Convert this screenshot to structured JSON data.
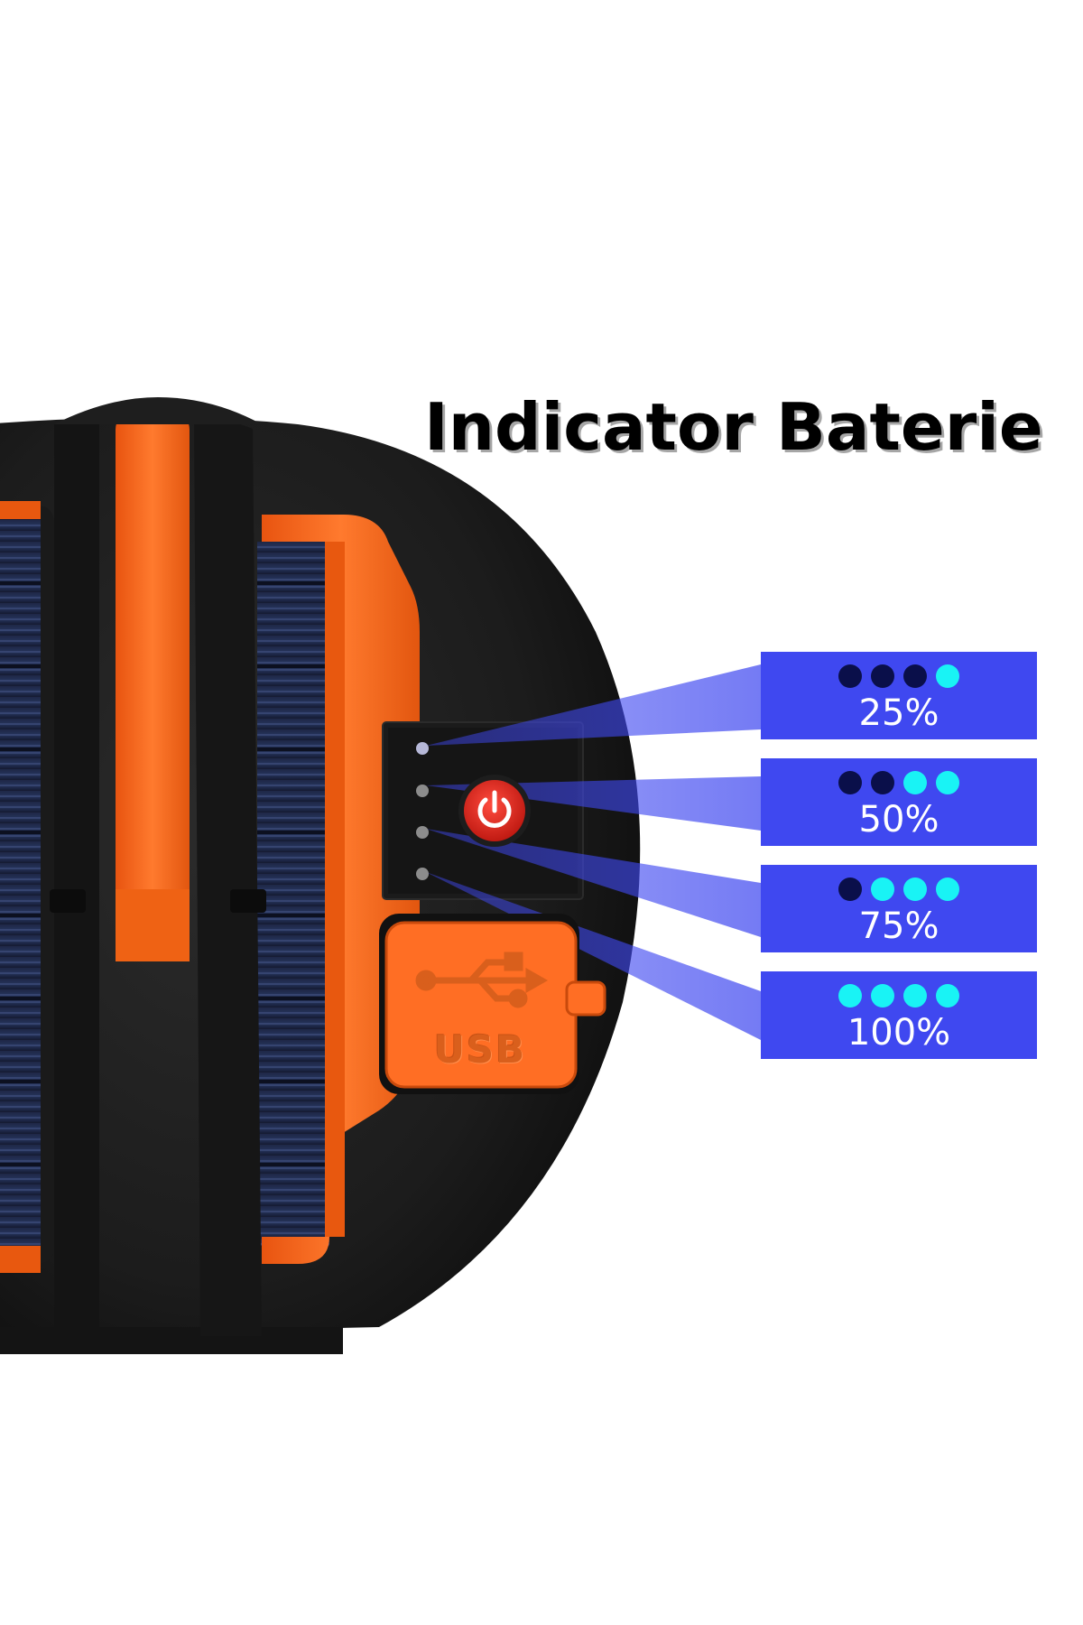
{
  "title": "Indicator Baterie",
  "usb_label": "USB",
  "colors": {
    "panel_bg": "#3f48f0",
    "dot_off": "#0a0f4a",
    "dot_on": "#19f3f5",
    "body_orange": "#ff6a1f",
    "body_black": "#1a1a1a"
  },
  "battery_levels": [
    {
      "label": "25%",
      "level": 0.25,
      "dots": [
        false,
        false,
        false,
        true
      ]
    },
    {
      "label": "50%",
      "level": 0.5,
      "dots": [
        false,
        false,
        true,
        true
      ]
    },
    {
      "label": "75%",
      "level": 0.75,
      "dots": [
        false,
        true,
        true,
        true
      ]
    },
    {
      "label": "100%",
      "level": 1.0,
      "dots": [
        true,
        true,
        true,
        true
      ]
    }
  ]
}
